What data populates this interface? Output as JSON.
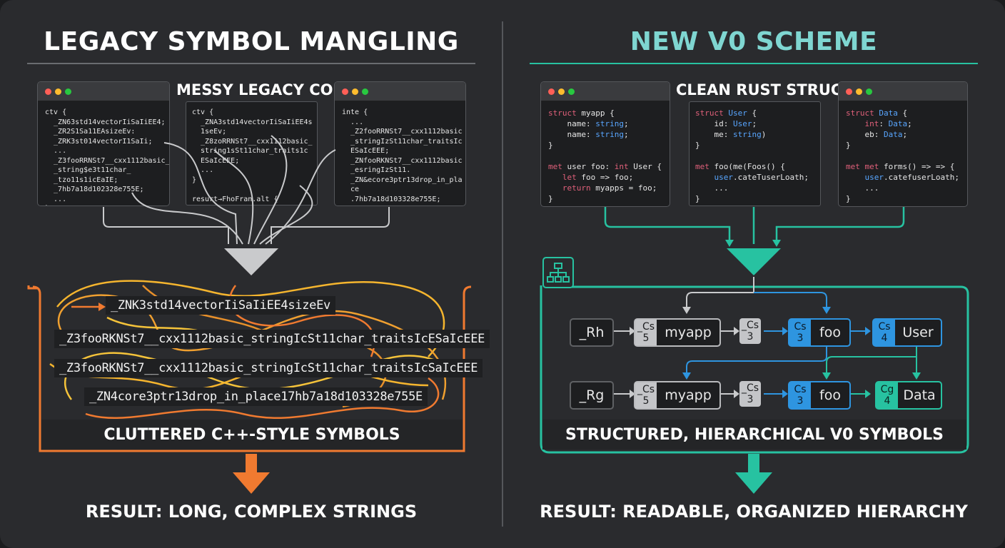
{
  "left": {
    "title": "LEGACY SYMBOL MANGLING",
    "subtitle": "MESSY LEGACY CODE",
    "win1_code": "ctv {\n  _ZN63std14vectorIiSaIiEE4;\n  _ZR2S1Sa11EAsizeEv:\n  _ZRK3st014vectorI1SaIi;\n  ...\n  _Z3fooRRNSt7__cxx1112basic_\n  _string$e3t11char_\n  _tzo11s1icEaIE;\n  _7hb7a18d102328e755E;\n  ...\n}",
    "win2_code": "ctv {\n  _ZNA3std14vectorIiSaIiEE4s\n  1seEv;\n  _Z8zoRRNSt7__cxx1112basic_\n  string1sSt11char_traits1c\n  ESaIcEEE;\n  ...\n}\n\nresurt→FhoFran.alt {",
    "win3_code": "inte {\n  ...\n  _Z2fooRRNSt7__cxx1112basic\n  _stringIzSt11char_traitsIc\n  ESaIcEEE;\n  _ZNfooRKNSt7__cxx1112basic\n  _esringIzSt11.\n  _ZN&ecore3ptr13drop_in_pla\n  ce\n  .7hb7a18d103328e755E;",
    "symbols": [
      "_ZNK3std14vectorIiSaIiEE4sizeEv",
      "_Z3fooRKNSt7__cxx1112basic_stringIcSt11char_traitsIcESaIcEEE",
      "_Z3fooRKNSt7__cxx1112basic_stringIcSt11char_traitsIcSaIcEEE",
      "_ZN4core3ptr13drop_in_place17hb7a18d103328e755E"
    ],
    "caption": "CLUTTERED C++-STYLE SYMBOLS",
    "result": "RESULT: LONG, COMPLEX STRINGS"
  },
  "right": {
    "title": "NEW V0 SCHEME",
    "subtitle": "CLEAN RUST STRUCTS",
    "caption": "STRUCTURED, HIERARCHICAL V0 SYMBOLS",
    "result": "RESULT: READABLE, ORGANIZED HIERARCHY",
    "row1": {
      "root": "_Rh",
      "n1": {
        "tag1": "_Cs",
        "tag2": "5",
        "label": "myapp"
      },
      "n2": {
        "tag1": "_Cs",
        "tag2": "3"
      },
      "n3": {
        "tag1": "Cs",
        "tag2": "3",
        "label": "foo"
      },
      "n4": {
        "tag1": "Cs",
        "tag2": "4",
        "label": "User"
      }
    },
    "row2": {
      "root": "_Rg",
      "n1": {
        "tag1": "_Cs",
        "tag2": "5",
        "label": "myapp"
      },
      "n2": {
        "tag1": "_Cs",
        "tag2": "3"
      },
      "n3": {
        "tag1": "Cs",
        "tag2": "3",
        "label": "foo"
      },
      "n4": {
        "tag1": "Cg",
        "tag2": "4",
        "label": "Data"
      }
    }
  },
  "colors": {
    "orange": "#f07a30",
    "teal": "#27c2a1",
    "blue": "#2e95e0",
    "gray": "#c4c5c8"
  }
}
